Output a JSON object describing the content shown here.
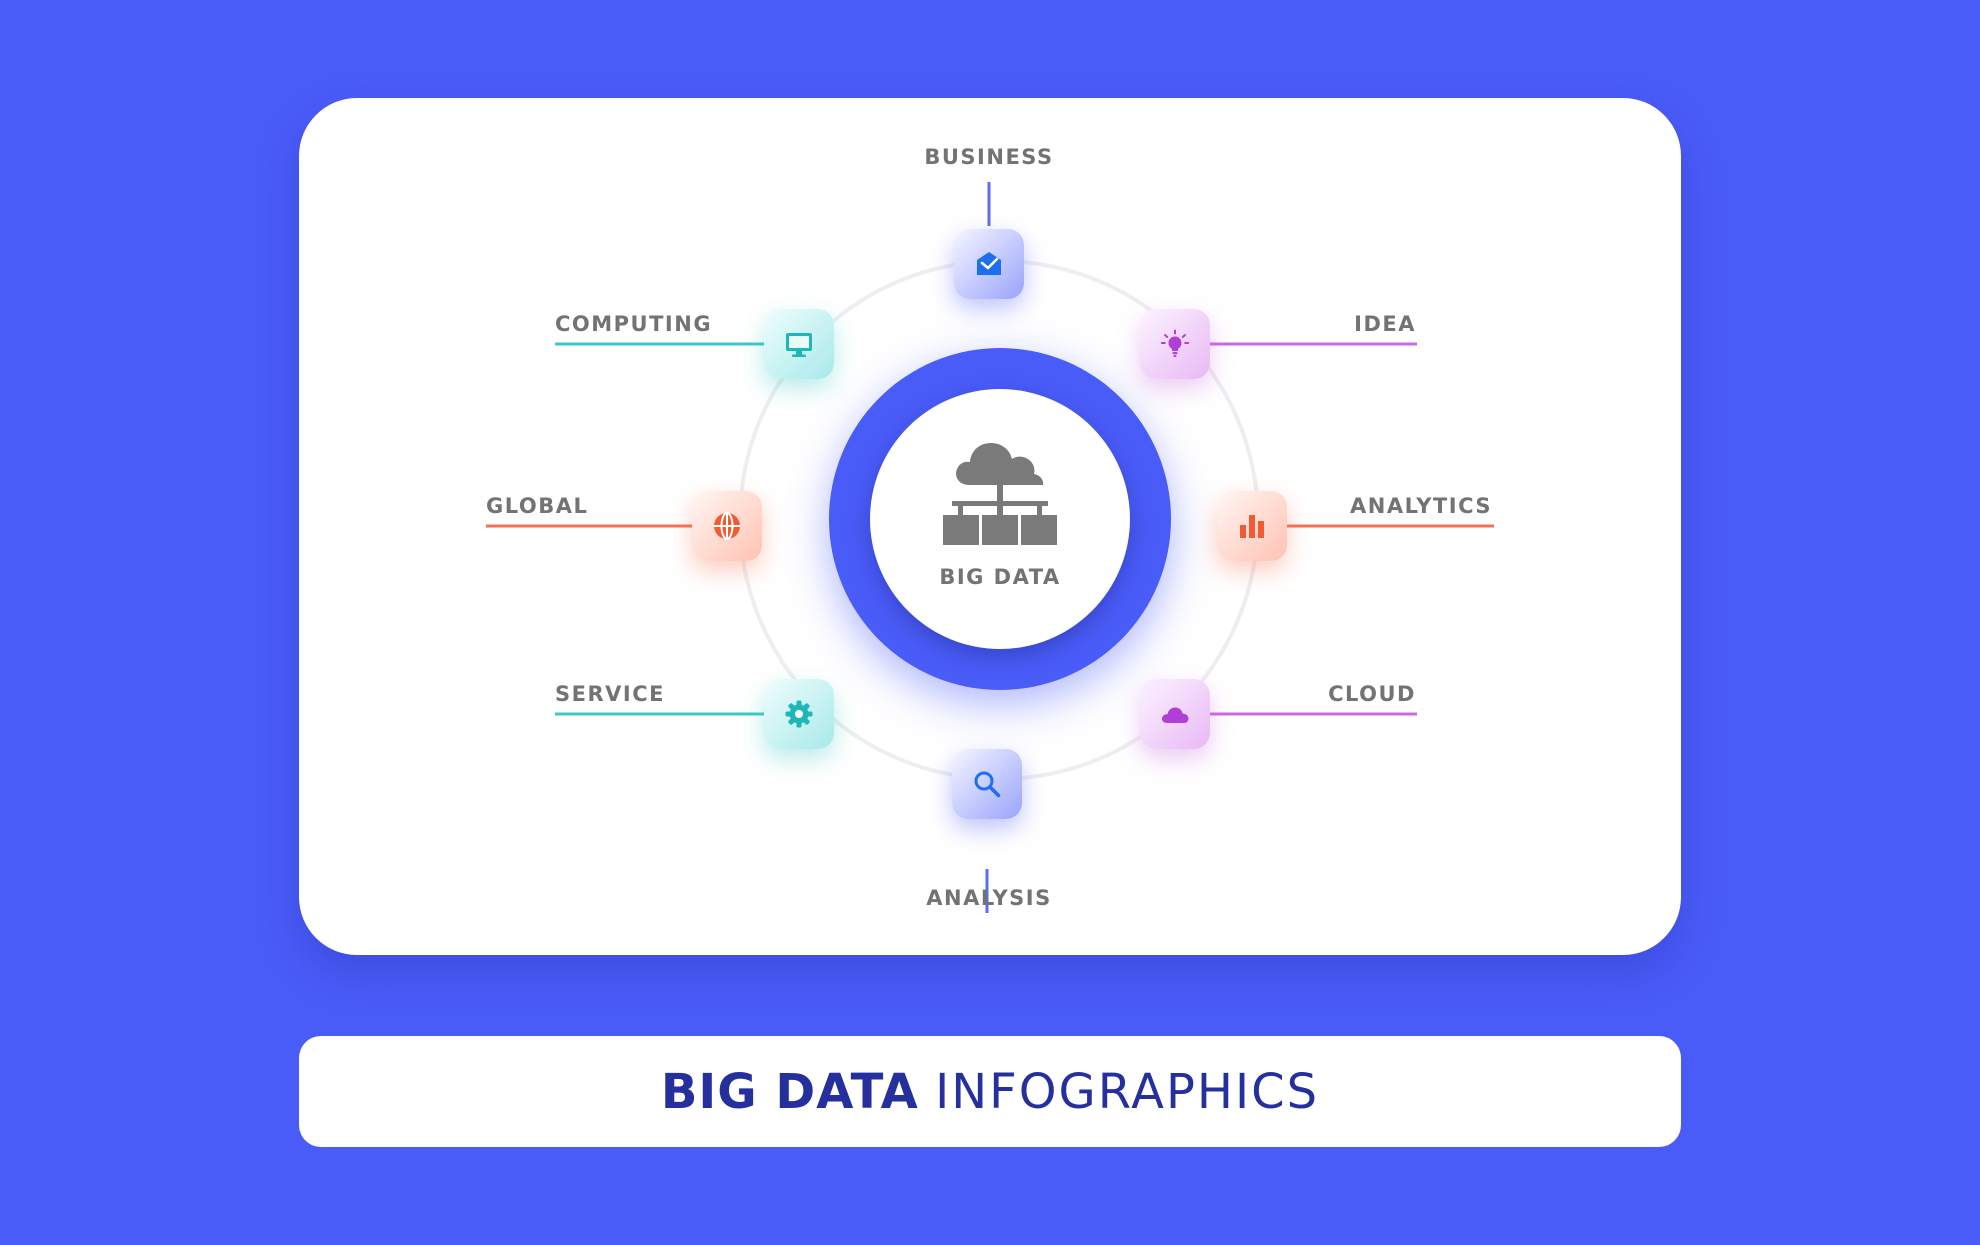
{
  "colors": {
    "background": "#4a5cf8",
    "hub_ring": "#4a5cf8",
    "title_text": "#25309e",
    "label_text": "#737373"
  },
  "hub": {
    "label": "BIG DATA",
    "icon": "cloud-network-icon"
  },
  "nodes": [
    {
      "label": "BUSINESS",
      "icon": "mail-icon",
      "color": "#5e6cf5"
    },
    {
      "label": "IDEA",
      "icon": "lightbulb-icon",
      "color": "#c86ae0"
    },
    {
      "label": "ANALYTICS",
      "icon": "bar-chart-icon",
      "color": "#f7704f"
    },
    {
      "label": "CLOUD",
      "icon": "cloud-icon",
      "color": "#c86ae0"
    },
    {
      "label": "ANALYSIS",
      "icon": "search-icon",
      "color": "#5e6cf5"
    },
    {
      "label": "SERVICE",
      "icon": "gear-icon",
      "color": "#3fc6c7"
    },
    {
      "label": "GLOBAL",
      "icon": "globe-icon",
      "color": "#f7704f"
    },
    {
      "label": "COMPUTING",
      "icon": "monitor-icon",
      "color": "#3fc6c7"
    }
  ],
  "title": {
    "bold": "BIG DATA",
    "light": "INFOGRAPHICS"
  }
}
